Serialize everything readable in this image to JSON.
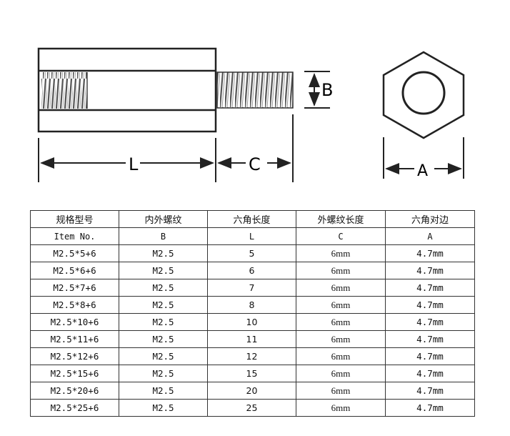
{
  "diagram": {
    "labels": {
      "L": "L",
      "C": "C",
      "B": "B",
      "A": "A"
    }
  },
  "table": {
    "headers": [
      "规格型号",
      "内外螺纹",
      "六角长度",
      "外螺纹长度",
      "六角对边"
    ],
    "subheaders": [
      "Item No.",
      "B",
      "L",
      "C",
      "A"
    ],
    "rows": [
      [
        "M2.5*5+6",
        "M2.5",
        "5",
        "6mm",
        "4.7mm"
      ],
      [
        "M2.5*6+6",
        "M2.5",
        "6",
        "6mm",
        "4.7mm"
      ],
      [
        "M2.5*7+6",
        "M2.5",
        "7",
        "6mm",
        "4.7mm"
      ],
      [
        "M2.5*8+6",
        "M2.5",
        "8",
        "6mm",
        "4.7mm"
      ],
      [
        "M2.5*10+6",
        "M2.5",
        "10",
        "6mm",
        "4.7mm"
      ],
      [
        "M2.5*11+6",
        "M2.5",
        "11",
        "6mm",
        "4.7mm"
      ],
      [
        "M2.5*12+6",
        "M2.5",
        "12",
        "6mm",
        "4.7mm"
      ],
      [
        "M2.5*15+6",
        "M2.5",
        "15",
        "6mm",
        "4.7mm"
      ],
      [
        "M2.5*20+6",
        "M2.5",
        "20",
        "6mm",
        "4.7mm"
      ],
      [
        "M2.5*25+6",
        "M2.5",
        "25",
        "6mm",
        "4.7mm"
      ]
    ]
  }
}
